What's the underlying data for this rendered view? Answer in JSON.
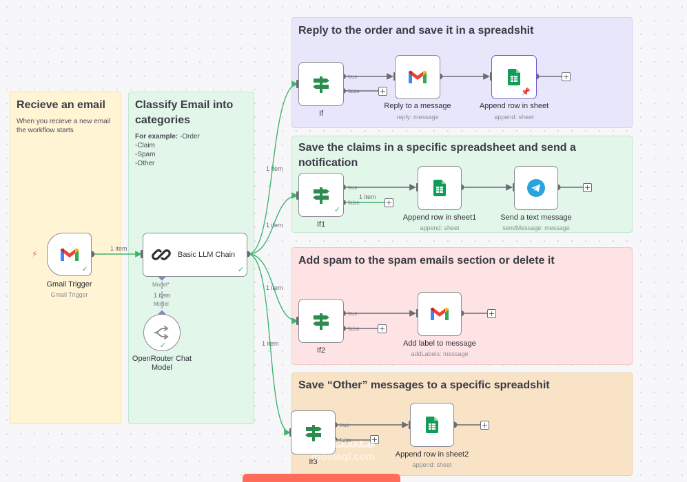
{
  "stickies": {
    "receive": {
      "title": "Recieve an email",
      "desc": "When you recieve a new email the workflow starts"
    },
    "classify": {
      "title": "Classify Email into categories",
      "example_label": "For example:",
      "example_first": " -Order",
      "items": [
        "-Claim",
        "-Spam",
        "-Other"
      ]
    },
    "reply": {
      "title": "Reply to the order and save it in a spreadshit"
    },
    "claims": {
      "title": "Save the claims in a specific spreadsheet and send a notification"
    },
    "spam": {
      "title": "Add spam to the spam emails section or delete it"
    },
    "other": {
      "title": "Save “Other” messages to a specific spreadshit"
    }
  },
  "nodes": {
    "gmail_trigger": {
      "name": "Gmail Trigger",
      "sub": "Gmail Trigger"
    },
    "llm_chain": {
      "name": "Basic LLM Chain",
      "port_model": "Model*"
    },
    "openrouter": {
      "name": "OpenRouter Chat Model",
      "port_model": "Model"
    },
    "if0": {
      "name": "If"
    },
    "if1": {
      "name": "If1"
    },
    "if2": {
      "name": "If2"
    },
    "if3": {
      "name": "If3"
    },
    "reply_msg": {
      "name": "Reply to a message",
      "sub": "reply: message"
    },
    "append_sheet": {
      "name": "Append row in sheet",
      "sub": "append: sheet"
    },
    "append_sheet1": {
      "name": "Append row in sheet1",
      "sub": "append: sheet"
    },
    "send_text": {
      "name": "Send a text message",
      "sub": "sendMessage: message"
    },
    "add_label": {
      "name": "Add label to message",
      "sub": "addLabels: message"
    },
    "append_sheet2": {
      "name": "Append row in sheet2",
      "sub": "append: sheet"
    }
  },
  "ports": {
    "true": "true",
    "false": "false"
  },
  "edge_labels": {
    "one_item": "1 item"
  },
  "watermark": {
    "arabic": "مستقل",
    "latin": "mostaql.com"
  },
  "colors": {
    "edge": "#3eb56e",
    "gmail_red": "#ea4335",
    "gmail_blue": "#4285f4",
    "gmail_green": "#34a853",
    "gmail_yellow": "#fbbc04",
    "sheets_green": "#0f9d58",
    "telegram_blue": "#2aa3df",
    "if_green": "#2e8b4f",
    "accent": "#ff6d5a"
  },
  "icons": [
    "lightning-icon",
    "gmail-icon",
    "chain-icon",
    "openrouter-icon",
    "if-signpost-icon",
    "google-sheets-icon",
    "telegram-icon",
    "plus-icon",
    "pin-icon",
    "check-icon"
  ]
}
